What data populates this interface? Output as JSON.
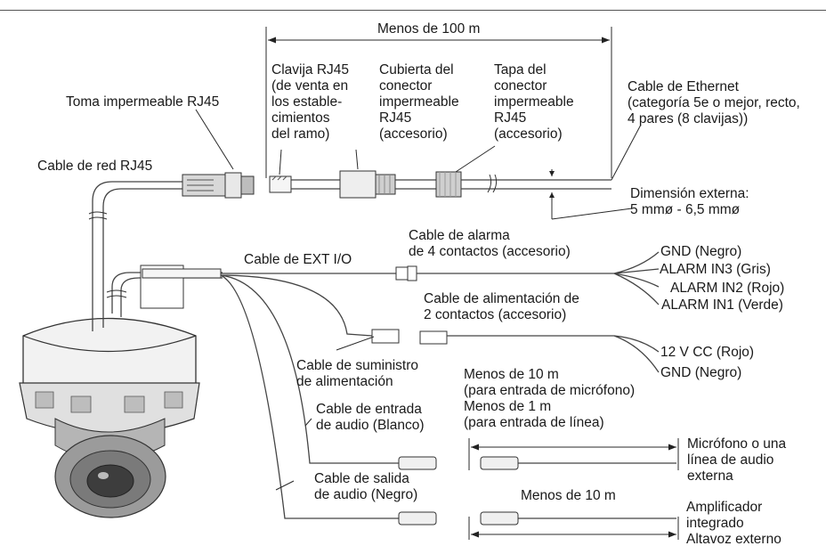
{
  "labels": {
    "len_100": "Menos de 100 m",
    "rj45_jack": "Toma impermeable RJ45",
    "rj45_net_cable": "Cable de red RJ45",
    "rj45_plug": "Clavija RJ45\n(de venta en\nlos estable-\ncimientos\ndel ramo)",
    "connector_cover": "Cubierta del\nconector\nimpermeable\nRJ45\n(accesorio)",
    "connector_cap": "Tapa del\nconector\nimpermeable\nRJ45\n(accesorio)",
    "ethernet_cable": "Cable de Ethernet\n(categoría 5e o mejor, recto,\n4 pares (8 clavijas))",
    "external_dim": "Dimensión externa:\n5 mmø - 6,5 mmø",
    "alarm_cable": "Cable de alarma\nde 4 contactos (accesorio)",
    "ext_io_cable": "Cable de EXT I/O",
    "gnd_black_1": "GND (Negro)",
    "alarm_in3": "ALARM IN3 (Gris)",
    "alarm_in2": "ALARM IN2 (Rojo)",
    "alarm_in1": "ALARM IN1 (Verde)",
    "power_cable": "Cable de alimentación de\n2 contactos (accesorio)",
    "v12_red": "12 V CC (Rojo)",
    "gnd_black_2": "GND (Negro)",
    "power_supply_cable": "Cable de suministro\nde alimentación",
    "len_10_mic": "Menos de 10 m\n(para entrada de micrófono)\nMenos de 1 m\n(para entrada de línea)",
    "audio_in_cable": "Cable de entrada\nde audio (Blanco)",
    "mic_line": "Micrófono o una\nlínea de audio\nexterna",
    "audio_out_cable": "Cable de salida\nde audio (Negro)",
    "len_10_out": "Menos de 10 m",
    "amplifier": "Amplificador\nintegrado\nAltavoz externo"
  }
}
